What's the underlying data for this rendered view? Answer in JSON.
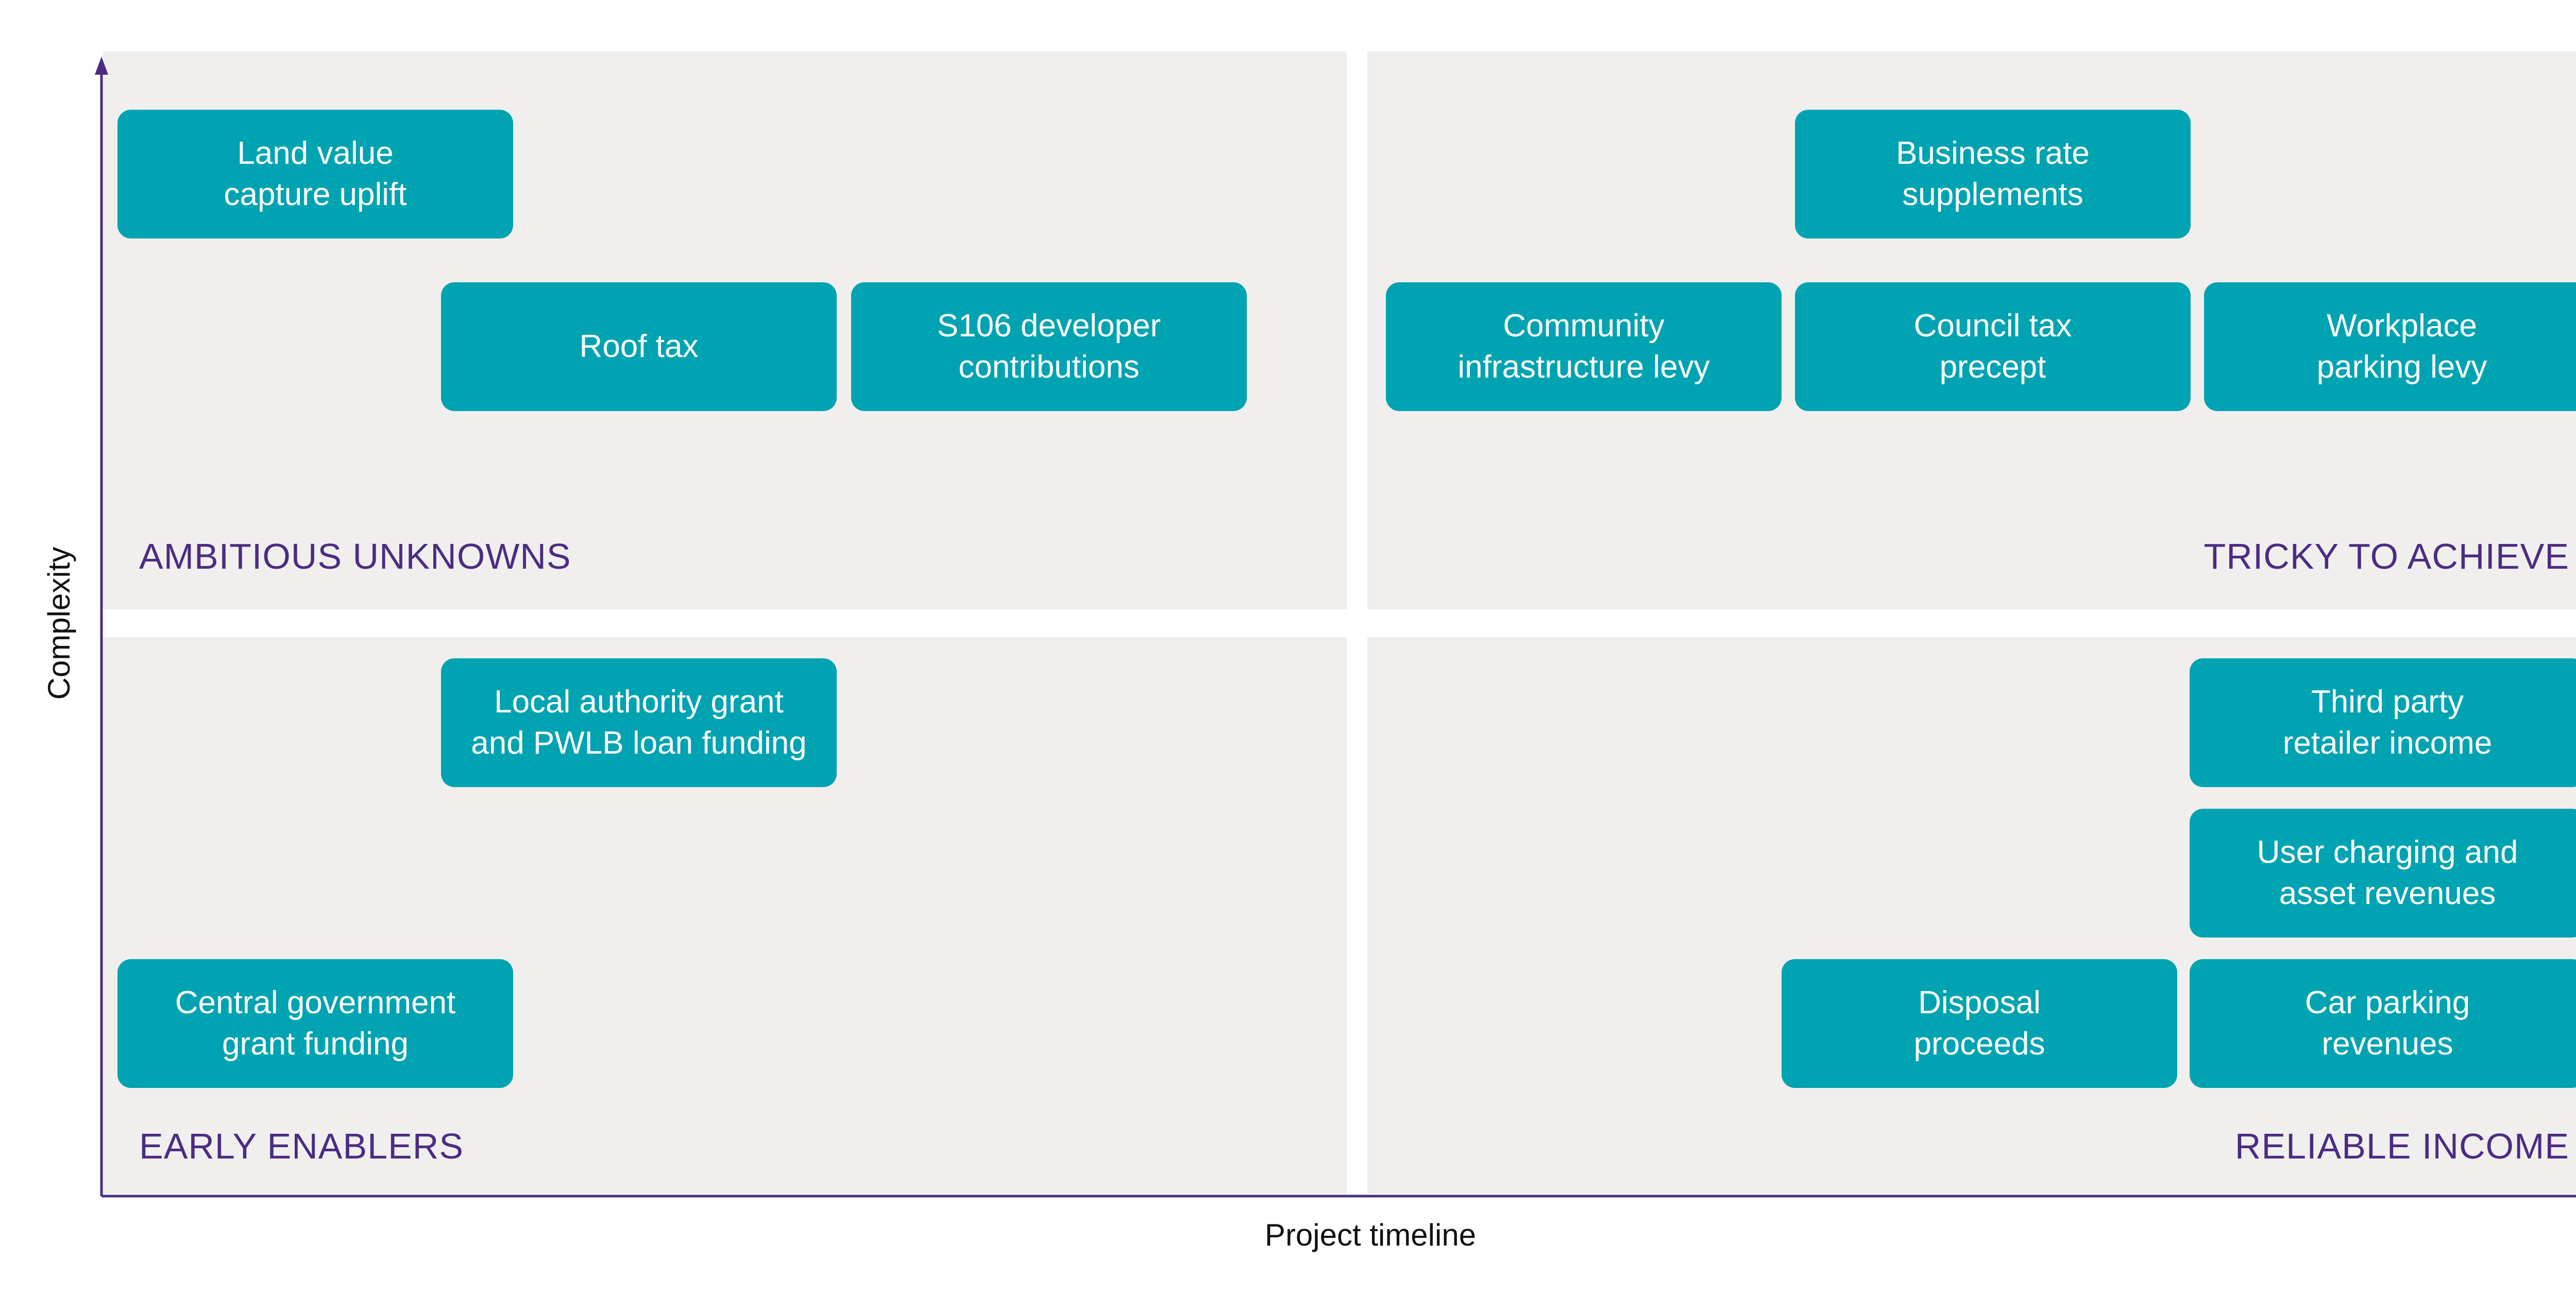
{
  "colors": {
    "quadrant_bg": "#f0efee",
    "box_fill": "#00a3b1",
    "box_text": "#ffffff",
    "quadrant_label": "#4b2c82",
    "axis": "#4b2c82"
  },
  "axes": {
    "x_label": "Project timeline",
    "y_label": "Complexity"
  },
  "quadrants": {
    "top_left": "AMBITIOUS UNKNOWNS",
    "top_right": "TRICKY TO ACHIEVE",
    "bottom_left": "EARLY ENABLERS",
    "bottom_right": "RELIABLE INCOME"
  },
  "boxes": {
    "land_value": "Land value\ncapture uplift",
    "roof_tax": "Roof tax",
    "s106": "S106 developer\ncontributions",
    "business_rate": "Business rate\nsupplements",
    "cil": "Community\ninfrastructure levy",
    "council_tax": "Council tax\nprecept",
    "workplace": "Workplace\nparking levy",
    "local_authority": "Local authority grant\nand PWLB loan funding",
    "central_gov": "Central government\ngrant funding",
    "third_party": "Third party\nretailer income",
    "user_charging": "User charging and\nasset revenues",
    "disposal": "Disposal\nproceeds",
    "car_parking": "Car parking\nrevenues"
  }
}
